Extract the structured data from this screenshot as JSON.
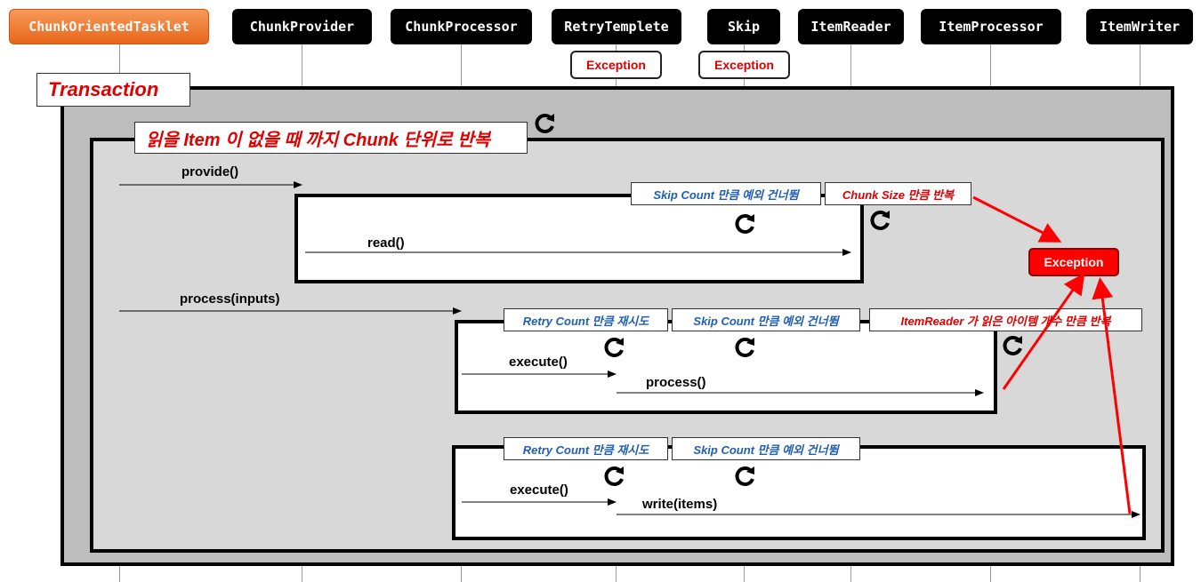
{
  "participants": [
    "ChunkOrientedTasklet",
    "ChunkProvider",
    "ChunkProcessor",
    "RetryTemplete",
    "Skip",
    "ItemReader",
    "ItemProcessor",
    "ItemWriter"
  ],
  "exception_label": "Exception",
  "transaction_label": "Transaction",
  "chunk_loop_label": "읽을 Item 이 없을 때 까지 Chunk 단위로 반복",
  "tags": {
    "skip_count": "Skip Count 만큼 예외 건너뜀",
    "chunk_size": "Chunk Size 만큼 반복",
    "retry_count": "Retry Count 만큼 재시도",
    "itemreader_repeat": "ItemReader 가 읽은 아이템 개수 만큼 반복"
  },
  "messages": {
    "provide": "provide()",
    "read": "read()",
    "process_inputs": "process(inputs)",
    "execute": "execute()",
    "process": "process()",
    "write_items": "write(items)"
  },
  "colors": {
    "accent_orange": "#e8661a",
    "exception_red": "#ff0000",
    "label_red": "#e00000",
    "label_blue": "#1f5fb4",
    "participant_bg": "#000000"
  }
}
